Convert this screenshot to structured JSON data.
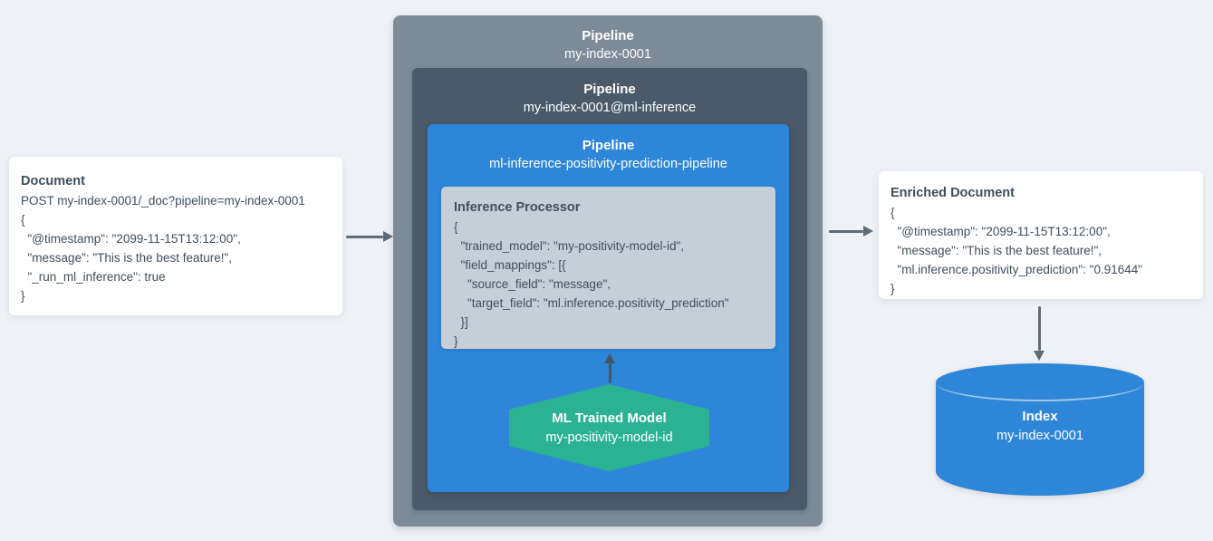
{
  "colors": {
    "page_bg": "#eef1f5",
    "outer_pipeline_bg": "#7d8b99",
    "ml_inference_pipeline_bg": "#4a5a68",
    "prediction_pipeline_bg": "#2e86d9",
    "processor_bg": "#c6cfd8",
    "model_hexagon_bg": "#2bb293",
    "index_cylinder_bg": "#2e86d9",
    "card_bg": "#ffffff",
    "text_dark": "#404e5b",
    "text_light": "#ffffff",
    "arrow": "#5f6b77",
    "arrow_dark": "#49535d"
  },
  "document_card": {
    "title": "Document",
    "lines": [
      "POST my-index-0001/_doc?pipeline=my-index-0001",
      "{",
      "  \"@timestamp\": \"2099-11-15T13:12:00\",",
      "  \"message\": \"This is the best feature!\",",
      "  \"_run_ml_inference\": true",
      "}"
    ]
  },
  "outer_pipeline": {
    "title": "Pipeline",
    "name": "my-index-0001"
  },
  "ml_inference_pipeline": {
    "title": "Pipeline",
    "name": "my-index-0001@ml-inference"
  },
  "prediction_pipeline": {
    "title": "Pipeline",
    "name": "ml-inference-positivity-prediction-pipeline"
  },
  "inference_processor": {
    "title": "Inference Processor",
    "lines": [
      "{",
      "  \"trained_model\": \"my-positivity-model-id\",",
      "  \"field_mappings\": [{",
      "    \"source_field\": \"message\",",
      "    \"target_field\": \"ml.inference.positivity_prediction\"",
      "  }]",
      "}"
    ]
  },
  "ml_trained_model": {
    "title": "ML Trained Model",
    "name": "my-positivity-model-id"
  },
  "enriched_document_card": {
    "title": "Enriched Document",
    "lines": [
      "{",
      "  \"@timestamp\": \"2099-11-15T13:12:00\",",
      "  \"message\": \"This is the best feature!\",",
      "  \"ml.inference.positivity_prediction\": \"0.91644\"",
      "}"
    ]
  },
  "index_store": {
    "title": "Index",
    "name": "my-index-0001"
  }
}
